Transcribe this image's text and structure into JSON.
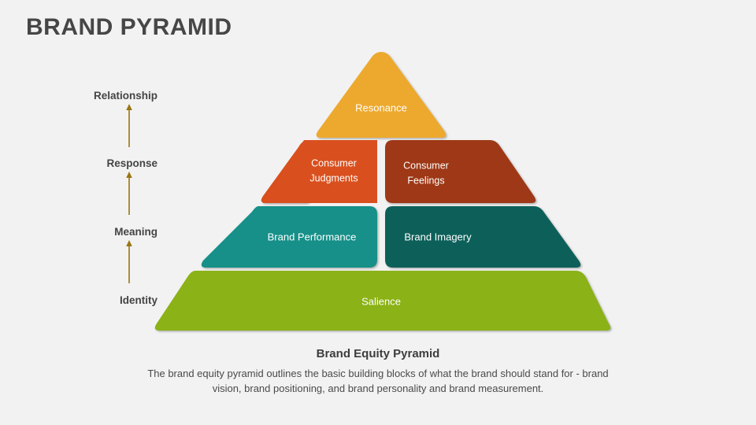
{
  "page": {
    "title": "BRAND PYRAMID",
    "background_color": "#F2F2F2",
    "title_color": "#464646"
  },
  "stages": {
    "arrow_color": "#9A7611",
    "items": [
      {
        "label": "Relationship",
        "level": 4
      },
      {
        "label": "Response",
        "level": 3
      },
      {
        "label": "Meaning",
        "level": 2
      },
      {
        "label": "Identity",
        "level": 1
      }
    ]
  },
  "pyramid": {
    "tiers": [
      {
        "level": 4,
        "stage": "Relationship",
        "blocks": [
          {
            "label": "Resonance",
            "color": "#EDA92E",
            "side": "full"
          }
        ]
      },
      {
        "level": 3,
        "stage": "Response",
        "blocks": [
          {
            "label_line1": "Consumer",
            "label_line2": "Judgments",
            "color": "#D9501E",
            "side": "left"
          },
          {
            "label_line1": "Consumer",
            "label_line2": "Feelings",
            "color": "#9E3917",
            "side": "right"
          }
        ]
      },
      {
        "level": 2,
        "stage": "Meaning",
        "blocks": [
          {
            "label": "Brand Performance",
            "color": "#129089",
            "side": "left"
          },
          {
            "label": "Brand Imagery",
            "color": "#0F605A",
            "side": "right"
          }
        ]
      },
      {
        "level": 1,
        "stage": "Identity",
        "blocks": [
          {
            "label": "Salience",
            "color": "#8BB214",
            "side": "full"
          }
        ]
      }
    ]
  },
  "caption": {
    "title": "Brand Equity Pyramid",
    "body": "The brand equity pyramid outlines the basic building blocks of what the brand should stand for - brand vision, brand positioning, and brand personality and brand measurement."
  }
}
